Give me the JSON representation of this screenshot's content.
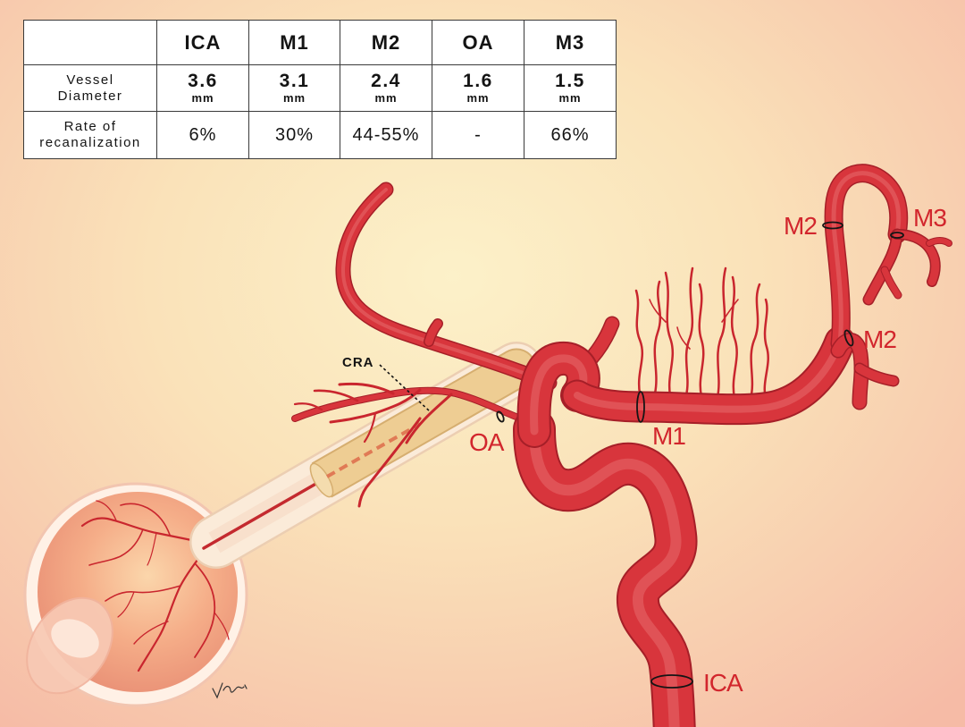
{
  "table": {
    "columns": [
      "ICA",
      "M1",
      "M2",
      "OA",
      "M3"
    ],
    "diameter_row": {
      "label_line1": "Vessel",
      "label_line2": "Diameter",
      "values": [
        "3.6",
        "3.1",
        "2.4",
        "1.6",
        "1.5"
      ],
      "unit": "mm"
    },
    "recanalization_row": {
      "label_line1": "Rate of",
      "label_line2": "recanalization",
      "values": [
        "6%",
        "30%",
        "44-55%",
        "-",
        "66%"
      ]
    }
  },
  "diagram": {
    "labels": {
      "cra": "CRA",
      "oa": "OA",
      "m1": "M1",
      "m2_upper": "M2",
      "m3": "M3",
      "m2_lower": "M2",
      "ica": "ICA"
    }
  },
  "colors": {
    "vessel": "#d8353c",
    "vessel_dark": "#a61f28",
    "label_red": "#d2262d",
    "optic_nerve": "#eecd93",
    "background_center": "#fcf1c9",
    "background_edge": "#f6bba6"
  }
}
